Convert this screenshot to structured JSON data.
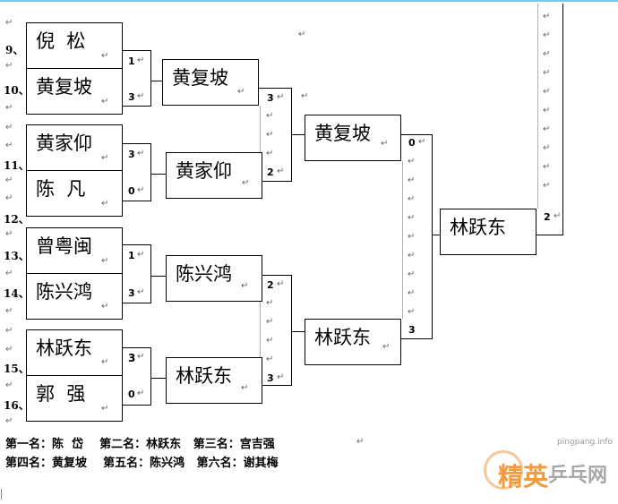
{
  "seeds": [
    "9、",
    "10、",
    "11、",
    "12、",
    "13、",
    "14、",
    "15、",
    "16、"
  ],
  "return_mark": "↵",
  "round1": [
    "倪  松",
    "黄复坡",
    "黄家仰",
    "陈  凡",
    "曾粤闽",
    "陈兴鸿",
    "林跃东",
    "郭  强"
  ],
  "round1_scores": [
    "1",
    "3",
    "3",
    "0",
    "1",
    "3",
    "3",
    "0"
  ],
  "round2": [
    "黄复坡",
    "黄家仰",
    "陈兴鸿",
    "林跃东"
  ],
  "round2_scores": [
    "3",
    "2",
    "2",
    "3"
  ],
  "round3": [
    "黄复坡",
    "林跃东"
  ],
  "round3_scores": [
    "0",
    "3"
  ],
  "round4": [
    "林跃东"
  ],
  "round4_score": "2",
  "results": {
    "line1": "第一名：陈  岱    第二名：林跃东   第三名：宫吉强",
    "line2": "第四名：黄复坡    第五名：陈兴鸿   第六名：谢其梅"
  },
  "watermark": {
    "site": "pingpang.info",
    "brand_main": "精英",
    "brand_sub": "乒乓网"
  }
}
